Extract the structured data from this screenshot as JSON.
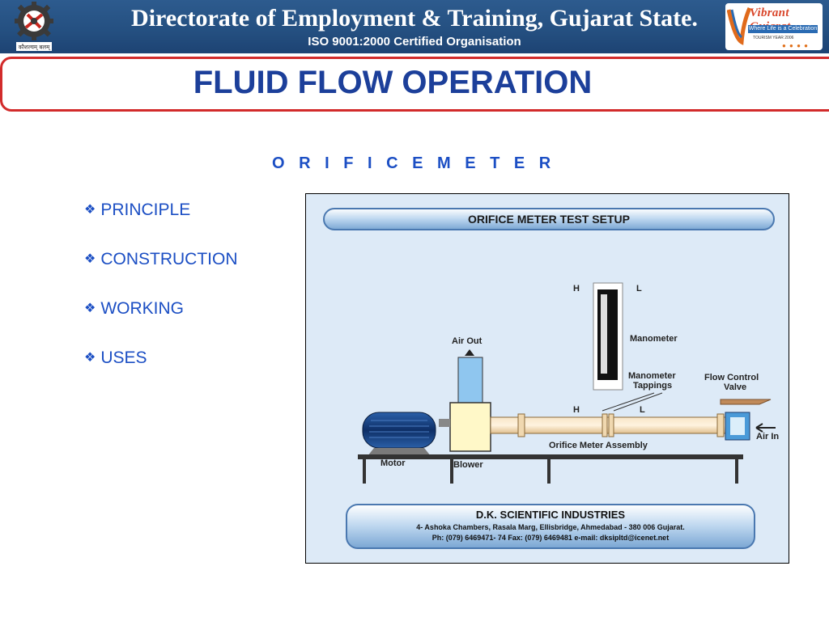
{
  "header": {
    "title": "Directorate of Employment & Training, Gujarat State.",
    "subtitle": "ISO 9001:2000 Certified Organisation",
    "left_logo": {
      "icon": "gear-emblem-icon",
      "caption": "कौशल्यम् बलम्"
    },
    "right_logo": {
      "name": "Vibrant Gujarat",
      "tagline": "Where Life is a Celebration",
      "year": "TOURISM YEAR 2006"
    }
  },
  "slide": {
    "title": "FLUID FLOW OPERATION",
    "subtitle": "O R I F I C E   M E T E R",
    "bullets": [
      "PRINCIPLE",
      "CONSTRUCTION",
      "WORKING",
      "USES"
    ],
    "bullet_marker": "❖"
  },
  "diagram": {
    "heading": "ORIFICE METER TEST SETUP",
    "labels": {
      "h_top": "H",
      "l_top": "L",
      "manometer": "Manometer",
      "manometer_tappings_1": "Manometer",
      "manometer_tappings_2": "Tappings",
      "flow_control_1": "Flow Control",
      "flow_control_2": "Valve",
      "air_out": "Air Out",
      "air_in": "Air In",
      "h_pipe": "H",
      "l_pipe": "L",
      "assembly": "Orifice Meter Assembly",
      "motor": "Motor",
      "blower": "Blower"
    },
    "footer": {
      "company": "D.K. SCIENTIFIC INDUSTRIES",
      "address": "4- Ashoka Chambers, Rasala Marg, Ellisbridge, Ahmedabad - 380 006 Gujarat.",
      "contact": "Ph: (079) 6469471- 74   Fax: (079) 6469481   e-mail: dksipltd@icenet.net"
    }
  },
  "colors": {
    "banner": "#244f80",
    "title_text": "#1c3f9a",
    "title_border": "#d22b2b",
    "bullet_text": "#1c4fc4",
    "diagram_bg": "#ddeaf7"
  }
}
